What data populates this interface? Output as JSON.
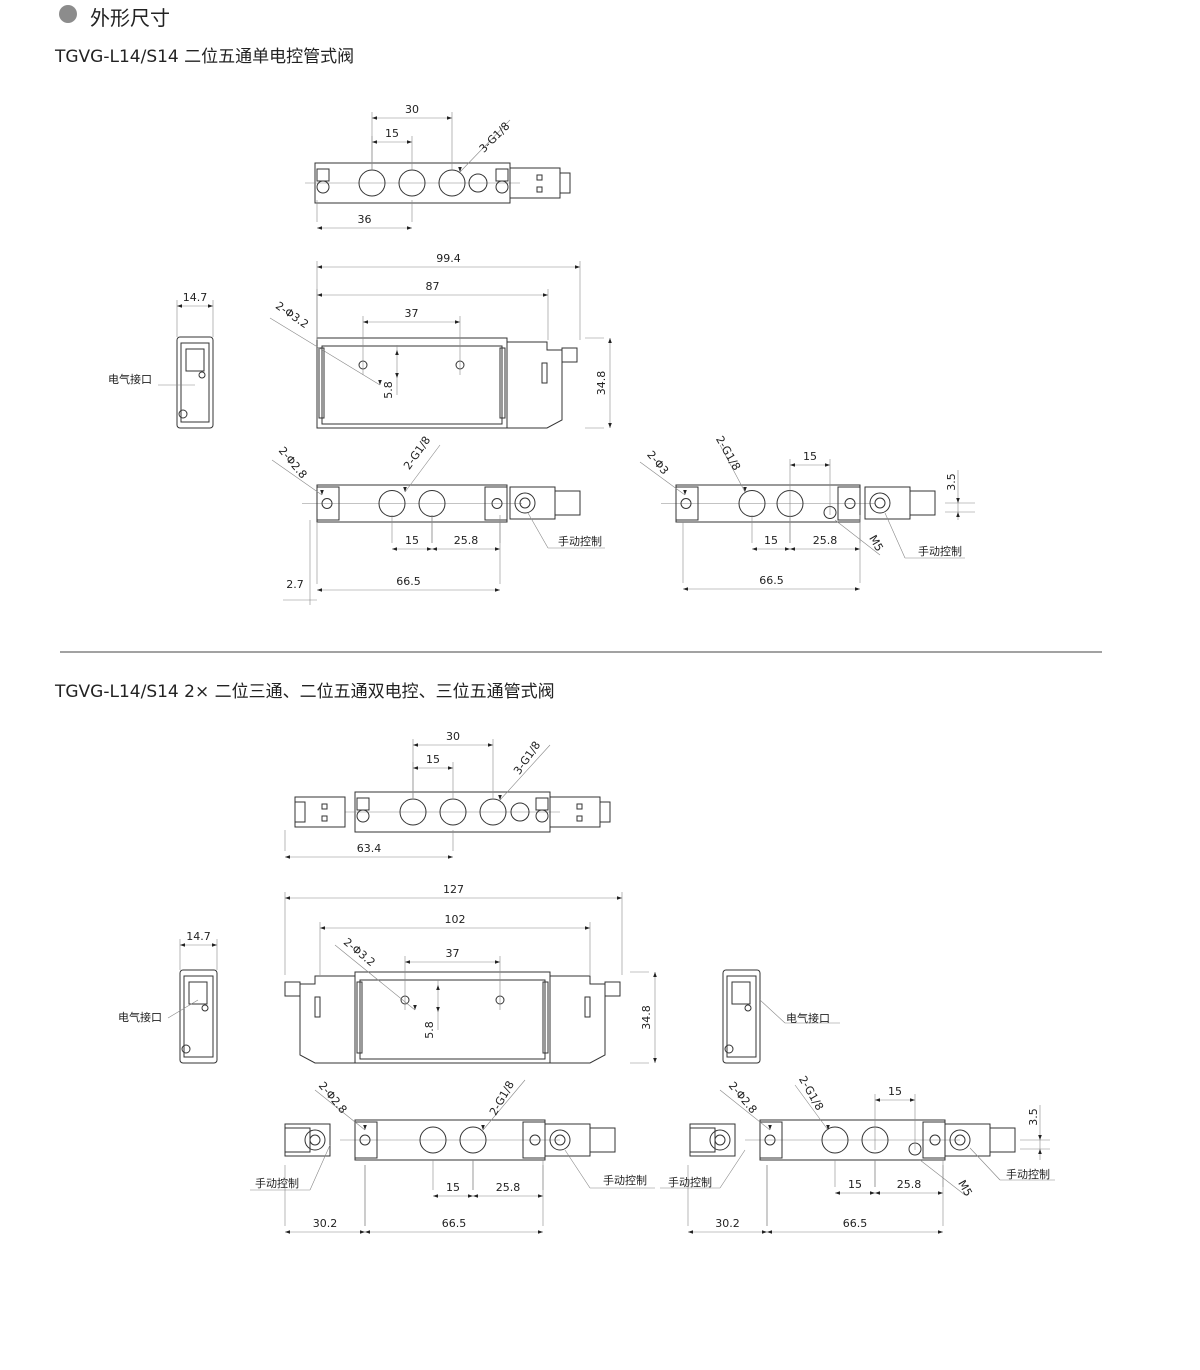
{
  "header": {
    "title": "外形尺寸",
    "bullet_color": "#8c8c8c"
  },
  "section1": {
    "title": "TGVG-L14/S14 二位五通单电控管式阀",
    "top_view": {
      "d30": "30",
      "d15": "15",
      "d36": "36",
      "ports": "3-G1/8"
    },
    "front_view": {
      "d99_4": "99.4",
      "d87": "87",
      "d37": "37",
      "holes": "2-Φ3.2",
      "d5_8": "5.8",
      "d34_8": "34.8"
    },
    "side_view": {
      "d14_7": "14.7",
      "connector": "电气接口"
    },
    "bottom_left": {
      "holes": "2-Φ2.8",
      "ports": "2-G1/8",
      "d15": "15",
      "d25_8": "25.8",
      "manual": "手动控制",
      "d2_7": "2.7",
      "d66_5": "66.5"
    },
    "bottom_right": {
      "holes": "2-Φ3",
      "ports": "2-G1/8",
      "d15_top": "15",
      "d3_5": "3.5",
      "m5": "M5",
      "d15": "15",
      "d25_8": "25.8",
      "manual": "手动控制",
      "d66_5": "66.5"
    }
  },
  "section2": {
    "title": "TGVG-L14/S14 2× 二位三通、二位五通双电控、三位五通管式阀",
    "top_view": {
      "d30": "30",
      "d15": "15",
      "d63_4": "63.4",
      "ports": "3-G1/8"
    },
    "front_view": {
      "d127": "127",
      "d102": "102",
      "d37": "37",
      "holes": "2-Φ3.2",
      "d5_8": "5.8",
      "d34_8": "34.8"
    },
    "side_view_left": {
      "d14_7": "14.7",
      "connector": "电气接口"
    },
    "side_view_right": {
      "connector": "电气接口"
    },
    "bottom_left": {
      "holes": "2-Φ2.8",
      "ports": "2-G1/8",
      "manual_left": "手动控制",
      "manual_right": "手动控制",
      "d15": "15",
      "d25_8": "25.8",
      "d30_2": "30.2",
      "d66_5": "66.5"
    },
    "bottom_right": {
      "holes": "2-Φ2.8",
      "ports": "2-G1/8",
      "d15_top": "15",
      "d3_5": "3.5",
      "m5": "M5",
      "manual_left": "手动控制",
      "manual_right": "手动控制",
      "d15": "15",
      "d25_8": "25.8",
      "d30_2": "30.2",
      "d66_5": "66.5"
    }
  }
}
